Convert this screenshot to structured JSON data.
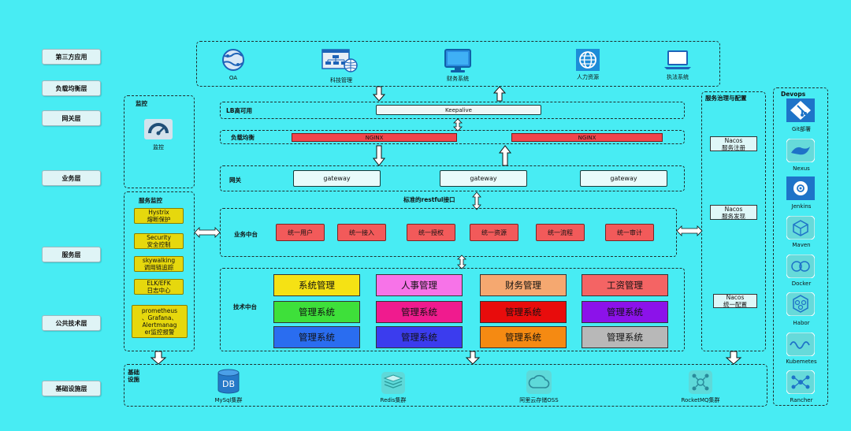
{
  "layers": {
    "third_party": "第三方应用",
    "load_balance": "负载均衡层",
    "gateway": "网关层",
    "business": "业务层",
    "service": "服务层",
    "public_tech": "公共技术层",
    "infrastructure": "基础设施层"
  },
  "apps": [
    "OA",
    "科技管理",
    "财务系统",
    "人力资源",
    "执法系统"
  ],
  "lb": {
    "title": "LB高可用",
    "keepalive": "Keepalive"
  },
  "load": {
    "title": "负载均衡",
    "nginx": [
      "NGINX",
      "NGINX"
    ]
  },
  "gateway": {
    "title": "网关",
    "items": [
      "gateway",
      "gateway",
      "gateway"
    ],
    "restful": "标准的restful接口"
  },
  "business": {
    "title": "业务中台",
    "items": [
      "统一用户",
      "统一接入",
      "统一授权",
      "统一资源",
      "统一流程",
      "统一审计"
    ]
  },
  "tech": {
    "title": "技术中台",
    "rows": [
      [
        "系统管理",
        "人事管理",
        "财务管理",
        "工资管理"
      ],
      [
        "管理系统",
        "管理系统",
        "管理系统",
        "管理系统"
      ],
      [
        "管理系统",
        "管理系统",
        "管理系统",
        "管理系统"
      ]
    ],
    "colors": [
      [
        "#f5e214",
        "#f773e8",
        "#f5a870",
        "#f46464"
      ],
      [
        "#3ee03a",
        "#f01b8e",
        "#e80c0c",
        "#8c12ea"
      ],
      [
        "#2a6df0",
        "#3b3cee",
        "#f58a12",
        "#b8b8b8"
      ]
    ]
  },
  "monitor": {
    "title": "监控",
    "icon_label": "监控"
  },
  "service_monitor": {
    "title": "服务监控",
    "items": [
      [
        "Hystrix",
        "熔断保护"
      ],
      [
        "Security",
        "安全控制"
      ],
      [
        "skywalking",
        "调用链追踪"
      ],
      [
        "ELK/EFK",
        "日志中心"
      ],
      [
        "prometheus",
        "、Grafana、",
        "Alertmanag",
        "er监控报警"
      ]
    ]
  },
  "governance": {
    "title": "服务治理与配置",
    "items": [
      [
        "Nacos",
        "服务注册"
      ],
      [
        "Nacos",
        "服务发现"
      ],
      [
        "Nacos",
        "统一配置"
      ]
    ]
  },
  "devops": {
    "title": "Devops",
    "items": [
      "Git部署",
      "Nexus",
      "Jenkins",
      "Maven",
      "Docker",
      "Habor",
      "Kubemetes",
      "Rancher"
    ]
  },
  "infra": {
    "title": [
      "基础",
      "设施"
    ],
    "items": [
      "MySql集群",
      "Redis集群",
      "阿里云存储OSS",
      "RocketMQ集群"
    ],
    "db_text": "DB"
  },
  "colors": {
    "background": "#48ecf3",
    "red": "#f2444b",
    "yellow": "#e6d80d"
  }
}
